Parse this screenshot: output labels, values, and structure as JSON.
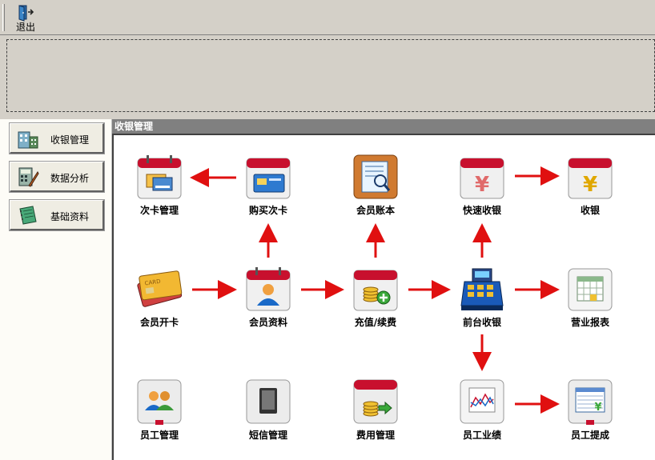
{
  "toolbar": {
    "exit_label": "退出"
  },
  "nav": {
    "items": [
      {
        "label": "收银管理",
        "icon": "building-icon"
      },
      {
        "label": "数据分析",
        "icon": "calculator-icon"
      },
      {
        "label": "基础资料",
        "icon": "notebook-icon"
      }
    ]
  },
  "panel": {
    "title": "收银管理"
  },
  "tiles": {
    "cika": "次卡管理",
    "goumai": "购买次卡",
    "zhangben": "会员账本",
    "kuaisu": "快速收银",
    "shouyin": "收银",
    "kaika": "会员开卡",
    "ziliao": "会员资料",
    "chongzhi": "充值/续费",
    "qiantai": "前台收银",
    "baobiao": "营业报表",
    "yuangong": "员工管理",
    "duanxin": "短信管理",
    "feiyong": "费用管理",
    "yeji": "员工业绩",
    "ticheng": "员工提成"
  },
  "colors": {
    "arrow": "#e01010",
    "panel_title_bg": "#808080",
    "calendar_red": "#c8102e"
  }
}
